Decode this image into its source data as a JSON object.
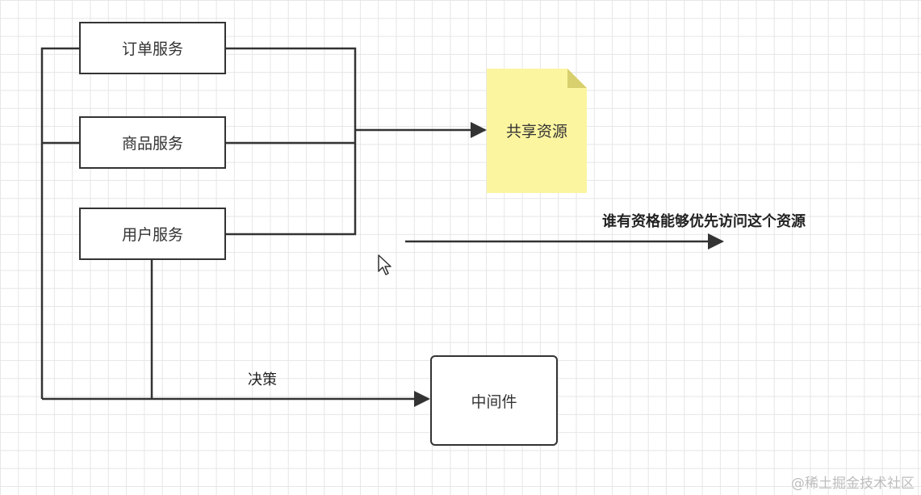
{
  "boxes": {
    "order_service": "订单服务",
    "product_service": "商品服务",
    "user_service": "用户服务",
    "middleware": "中间件"
  },
  "shared_resource": "共享资源",
  "question_label": "谁有资格能够优先访问这个资源",
  "decision_label": "决策",
  "watermark": "@稀土掘金技术社区",
  "colors": {
    "line": "#333333",
    "note_fill": "#fcf5a0",
    "note_fold": "#d8cf6e"
  }
}
